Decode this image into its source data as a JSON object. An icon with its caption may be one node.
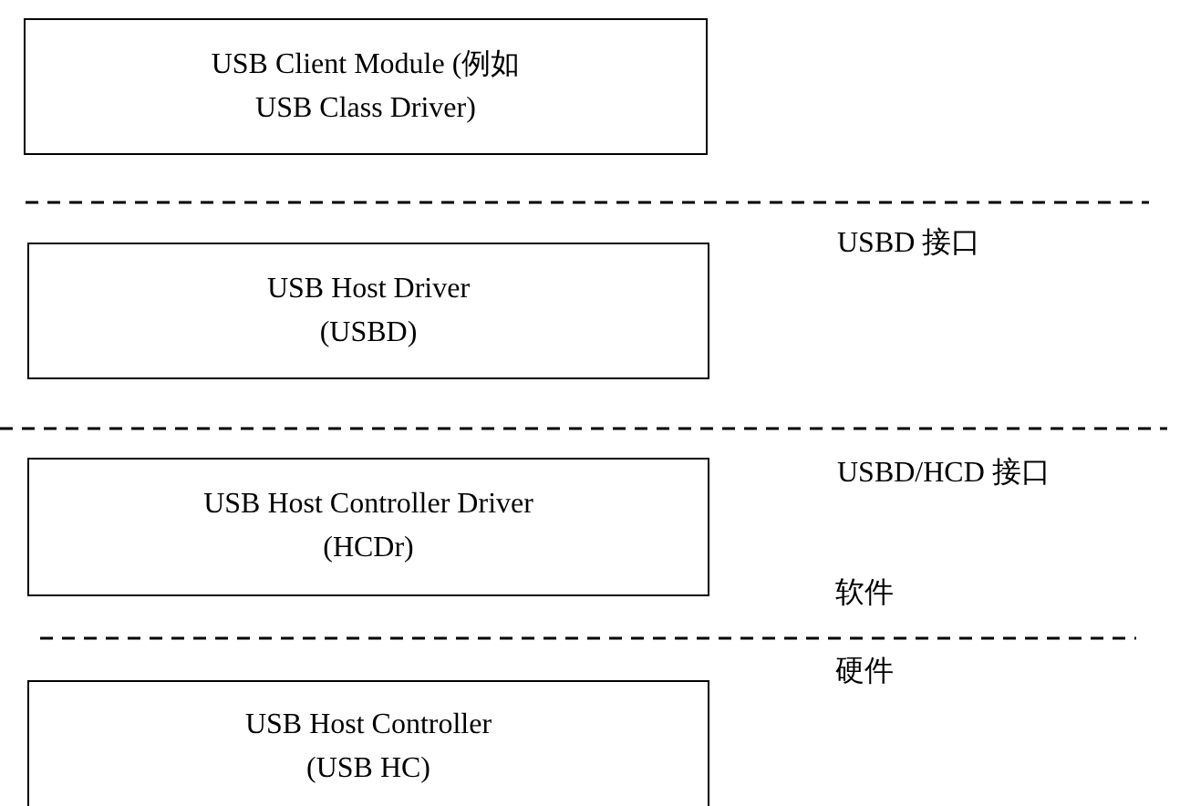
{
  "diagram": {
    "nodes": [
      {
        "text": [
          "USB Client Module (例如 USB Class Driver)"
        ]
      },
      {
        "text": [
          "USB Host Driver (USBD)"
        ]
      },
      {
        "text": [
          "USB Host Controller Driver (HCDr)"
        ]
      },
      {
        "text": [
          "USB Host Controller (USB HC)"
        ]
      }
    ],
    "edges": [],
    "labels": [
      "USBD 接口",
      "USBD/HCD 接口",
      "软件",
      "硬件"
    ]
  }
}
